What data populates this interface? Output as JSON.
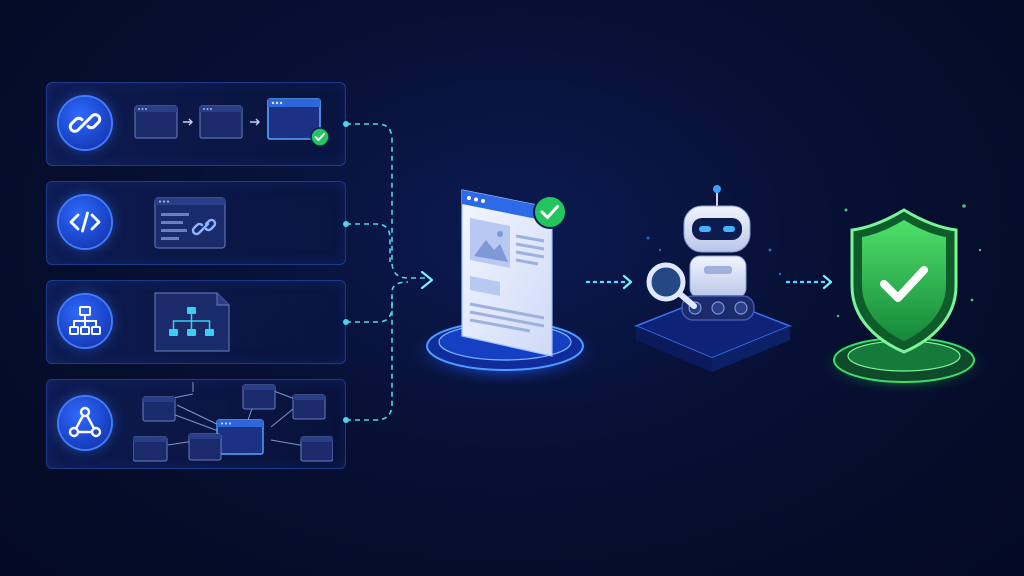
{
  "diagram": {
    "sources": [
      {
        "id": "redirect-chain",
        "icon": "link-icon"
      },
      {
        "id": "embedded-code",
        "icon": "code-icon"
      },
      {
        "id": "sitemap",
        "icon": "sitemap-icon"
      },
      {
        "id": "link-graph",
        "icon": "network-icon"
      }
    ],
    "stages": [
      {
        "id": "indexed-page",
        "icon": "webpage-check-icon"
      },
      {
        "id": "crawler-bot",
        "icon": "robot-magnifier-icon"
      },
      {
        "id": "protection",
        "icon": "shield-check-icon"
      }
    ],
    "colors": {
      "background": "#050c2a",
      "accent_blue": "#2f6bff",
      "connector_cyan": "#4fd6e6",
      "success_green": "#22c55e"
    }
  }
}
